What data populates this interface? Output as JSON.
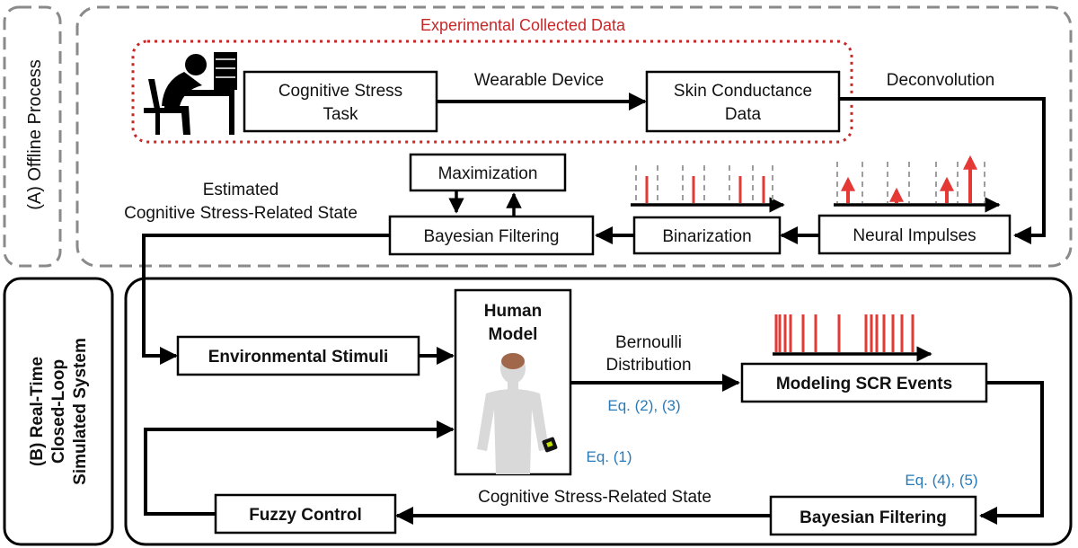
{
  "section_a": {
    "label": "(A) Offline Process",
    "collected_title": "Experimental Collected Data",
    "cognitive_task": [
      "Cognitive Stress",
      "Task"
    ],
    "wearable": "Wearable Device",
    "skin_conductance": [
      "Skin Conductance",
      "Data"
    ],
    "deconvolution": "Deconvolution",
    "maximization": "Maximization",
    "estimated_state": [
      "Estimated",
      "Cognitive Stress-Related State"
    ],
    "bayesian_filtering": "Bayesian Filtering",
    "binarization": "Binarization",
    "neural_impulses": "Neural Impulses"
  },
  "section_b": {
    "label": [
      "(B) Real-Time",
      "Closed-Loop",
      "Simulated System"
    ],
    "environmental": "Environmental Stimuli",
    "human_model": [
      "Human",
      "Model"
    ],
    "bernoulli": [
      "Bernoulli",
      "Distribution"
    ],
    "eq23": "Eq. (2), (3)",
    "eq1": "Eq. (1)",
    "modeling_scr": "Modeling SCR Events",
    "eq45": "Eq. (4), (5)",
    "state": "Cognitive Stress-Related State",
    "fuzzy": "Fuzzy Control",
    "bayesian_filtering": "Bayesian Filtering"
  },
  "colors": {
    "red": "#d32f2f",
    "gray_dash": "#888888",
    "blue": "#2a7ab8"
  },
  "icons": [
    "person-at-desk-icon",
    "human-body-icon",
    "brain-icon",
    "wristband-icon"
  ]
}
